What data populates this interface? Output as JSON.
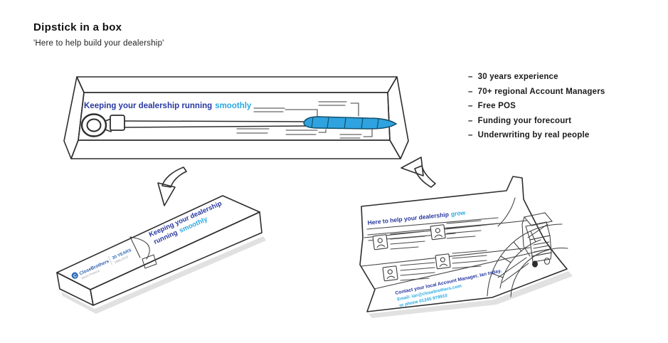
{
  "page": {
    "title": "Dipstick in a box",
    "subtitle": "'Here to help build your dealership'"
  },
  "open_box": {
    "headline": "Keeping your dealership running",
    "headline_accent": "smoothly"
  },
  "benefits": {
    "bullet": "–",
    "items": [
      "30 years experience",
      "70+ regional Account Managers",
      "Free POS",
      "Funding your forecourt",
      "Underwriting by real people"
    ]
  },
  "closed_box": {
    "headline_line1": "Keeping your dealership",
    "headline_line2": "running",
    "headline_accent": "smoothly",
    "logo_initial": "C",
    "brand": "CloseBrothers",
    "brand_sub": "Motor Finance",
    "badge_title": "30 YEARS",
    "badge_years": "1986-2016"
  },
  "leaflet": {
    "headline": "Here to help your dealership",
    "headline_accent": "grow",
    "contact_line1": "Contact your local Account Manager, Ian today.",
    "contact_line2": "Email: ian@closebrothers.com",
    "contact_line3": "or phone 01245 979910"
  },
  "icons": {
    "arrow_down": "curved-arrow-down-icon",
    "arrow_up": "curved-arrow-up-icon",
    "avatar": "avatar-placeholder-icon",
    "dipstick": "dipstick-icon",
    "van": "van-icon",
    "arch": "arch-icon"
  },
  "colors": {
    "headline_blue": "#2839a0",
    "accent_cyan": "#29a9e2",
    "brand_blue": "#2f5fae",
    "ink": "#2d2d2d",
    "box_gray": "#d7d7d9"
  }
}
